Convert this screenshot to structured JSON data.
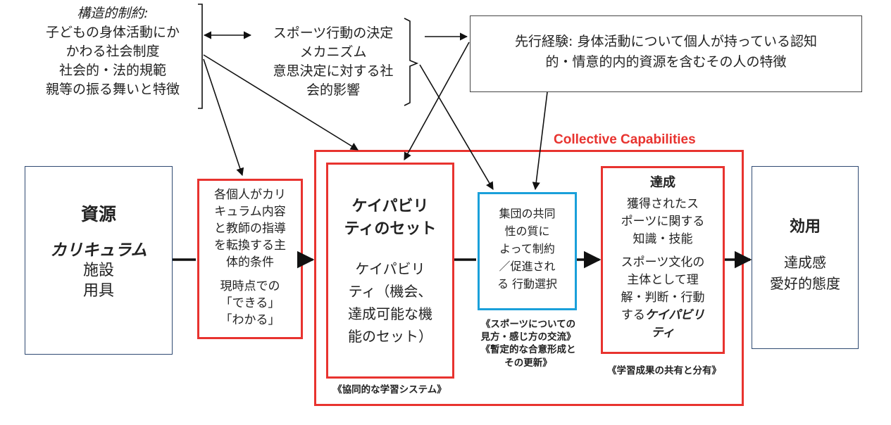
{
  "structural": {
    "heading": "構造的制約:",
    "lines": [
      "子どもの身体活動にか",
      "かわる社会制度",
      "社会的・法的規範",
      "親等の振る舞いと特徴"
    ]
  },
  "mechanism": {
    "lines": [
      "スポーツ行動の決定",
      "メカニズム",
      "意思決定に対する社",
      "会的影響"
    ]
  },
  "prior": {
    "lines": [
      "先行経験: 身体活動について個人が持っている認知",
      "的・情意的内的資源を含むその人の特徴"
    ]
  },
  "collective_label": "Collective Capabilities",
  "resources": {
    "title": "資源",
    "subtitle": "カリキュラム",
    "lines": [
      "施設",
      "用具"
    ]
  },
  "conditions": {
    "lines": [
      "各個人がカリ",
      "キュラム内容",
      "と教師の指導",
      "を転換する主",
      "体的条件"
    ],
    "lines2": [
      "現時点での",
      "「できる」",
      "「わかる」"
    ]
  },
  "capability_set": {
    "title_lines": [
      "ケイパビリ",
      "ティのセット"
    ],
    "lines": [
      "ケイパビリ",
      "ティ（機会、",
      "達成可能な機",
      "能のセット）"
    ],
    "caption": "《協同的な学習システム》"
  },
  "group": {
    "lines": [
      "集団の共同",
      "性の質に",
      "よって制約",
      "／促進され",
      "る 行動選択"
    ],
    "notes": [
      "《スポーツについての",
      "見方・感じ方の交流》",
      "《暫定的な合意形成と",
      "その更新》"
    ]
  },
  "achievement": {
    "title": "達成",
    "lines": [
      "獲得されたス",
      "ポーツに関する",
      "知識・技能"
    ],
    "lines2": [
      "スポーツ文化の",
      "主体として理",
      "解・判断・行動"
    ],
    "last_prefix": "する",
    "last_em": "ケイパビリ",
    "last_em2": "ティ",
    "caption": "《学習成果の共有と分有》"
  },
  "utility": {
    "title": "効用",
    "lines": [
      "達成感",
      "愛好的態度"
    ]
  },
  "colors": {
    "red": "#e8332f",
    "blue": "#1aa0da",
    "navy": "#2f4a72"
  }
}
